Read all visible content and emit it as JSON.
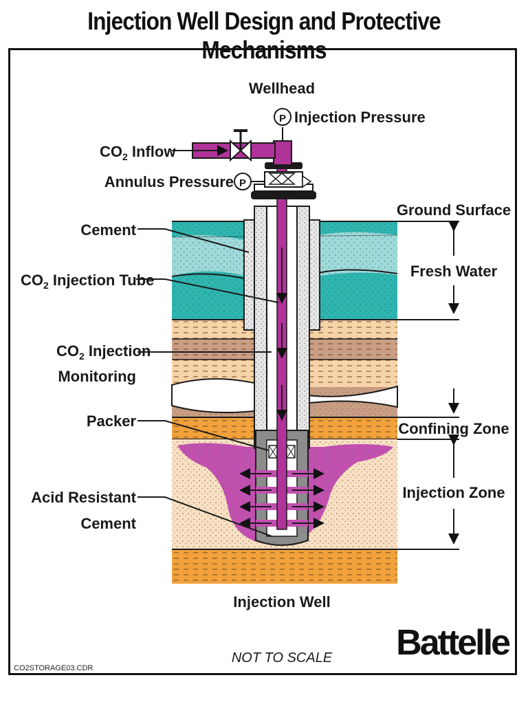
{
  "title": "Injection Well Design and Protective Mechanisms",
  "labels": {
    "wellhead": "Wellhead",
    "injection_pressure": "Injection Pressure",
    "co2_inflow_pre": "CO",
    "co2_inflow_sub": "2",
    "co2_inflow_post": " Inflow",
    "annulus_pressure": "Annulus Pressure",
    "pressure_symbol": "P",
    "cement": "Cement",
    "tube_pre": "CO",
    "tube_sub": "2",
    "tube_post": " Injection Tube",
    "monitoring_pre": "CO",
    "monitoring_sub": "2",
    "monitoring_post": " Injection",
    "monitoring_line2": "Monitoring",
    "packer": "Packer",
    "acid_line1": "Acid Resistant",
    "acid_line2": "Cement",
    "ground_surface": "Ground Surface",
    "fresh_water": "Fresh Water",
    "confining_zone": "Confining Zone",
    "injection_zone": "Injection Zone",
    "injection_well": "Injection Well",
    "not_to_scale": "NOT TO SCALE",
    "logo": "Battelle",
    "file_name": "CO2STORAGE03.CDR"
  },
  "colors": {
    "co2": "#b0339a",
    "co2_plume": "#c24fb0",
    "fresh_water": "#2fb5b0",
    "fresh_water_light": "#9fd9da",
    "sand": "#f7d3a8",
    "brown": "#c99e84",
    "orange": "#f2a13b",
    "injection_zone": "#f9e0c2",
    "cement": "#e6e6e6",
    "acid_cement": "#8c8c8c"
  }
}
